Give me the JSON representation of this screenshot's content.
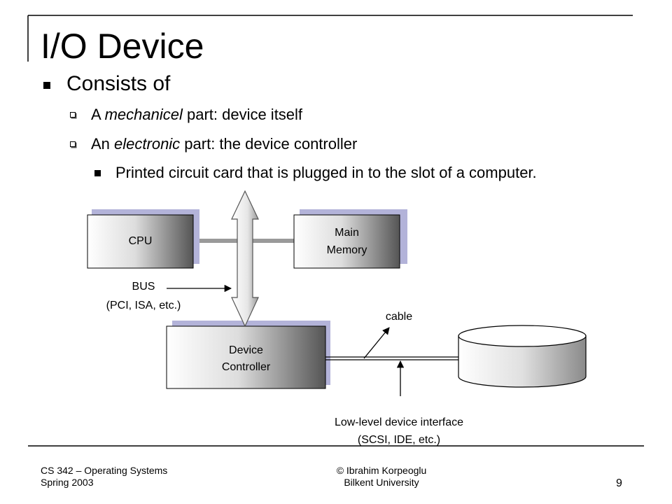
{
  "slide": {
    "title": "I/O Device",
    "bullet1": "Consists of",
    "sub1_prefix": "A ",
    "sub1_em": "mechanicel",
    "sub1_suffix": " part: device itself",
    "sub2_prefix": "An ",
    "sub2_em": "electronic",
    "sub2_suffix": " part: the device controller",
    "sub3": "Printed circuit card that is plugged in to the slot of a computer."
  },
  "diagram": {
    "cpu": "CPU",
    "memory_line1": "Main",
    "memory_line2": "Memory",
    "bus_line1": "BUS",
    "bus_line2": "(PCI, ISA, etc.)",
    "controller_line1": "Device",
    "controller_line2": "Controller",
    "cable": "cable",
    "interface_line1": "Low-level device interface",
    "interface_line2": "(SCSI, IDE, etc.)"
  },
  "footer": {
    "course": "CS 342 – Operating Systems",
    "term": "Spring 2003",
    "author": "© Ibrahim Korpeoglu",
    "university": "Bilkent University",
    "page": "9"
  },
  "colors": {
    "box_gradient_start": "#ffffff",
    "box_gradient_end": "#555555",
    "shadow": "#b3b3d9",
    "connector": "#9a9a9a"
  }
}
